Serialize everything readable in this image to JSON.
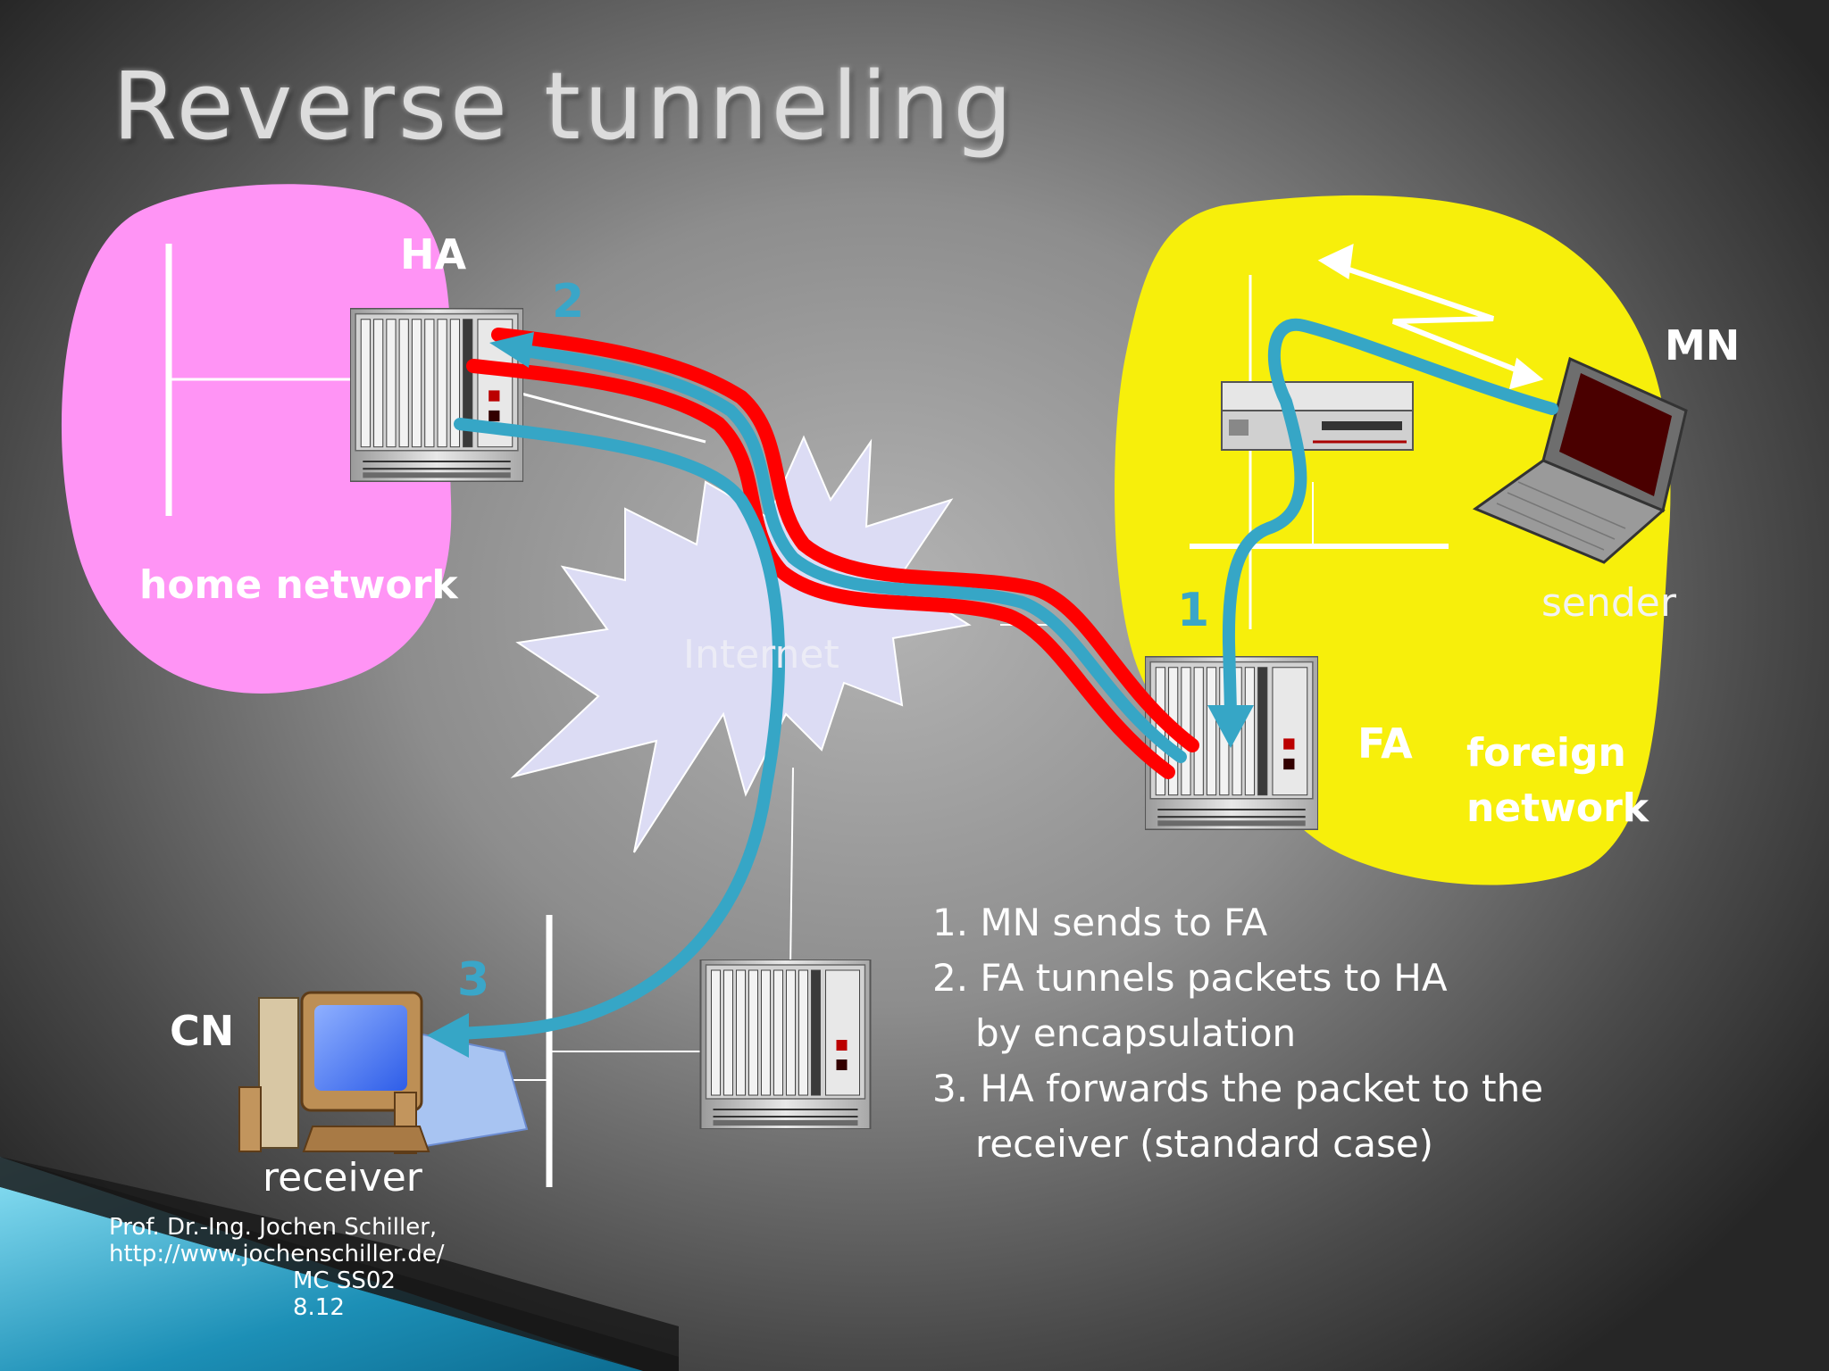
{
  "slide": {
    "title": "Reverse tunneling",
    "labels": {
      "ha": "HA",
      "mn": "MN",
      "cn": "CN",
      "fa": "FA",
      "home_network": "home network",
      "internet": "Internet",
      "sender": "sender",
      "foreign_network_line1": "foreign",
      "foreign_network_line2": "network",
      "receiver": "receiver"
    },
    "step_numbers": [
      "1",
      "2",
      "3"
    ],
    "steps": [
      "1. MN sends to FA",
      "2. FA tunnels packets to HA",
      "by encapsulation",
      "3. HA forwards the packet to the",
      "receiver (standard case)"
    ],
    "footer": [
      "Prof. Dr.-Ing. Jochen Schiller,",
      "http://www.jochenschiller.de/",
      "MC SS02",
      "8.12"
    ]
  },
  "colors": {
    "home_network": "#ff94f5",
    "foreign_network": "#f7ef0b",
    "tunnel": "#ff0000",
    "packet_path": "#36a6c6",
    "internet_cloud": "#dcdcf4"
  },
  "icons": [
    "rack-server-icon",
    "router-icon",
    "laptop-icon",
    "desktop-computer-icon",
    "internet-cloud-icon"
  ]
}
